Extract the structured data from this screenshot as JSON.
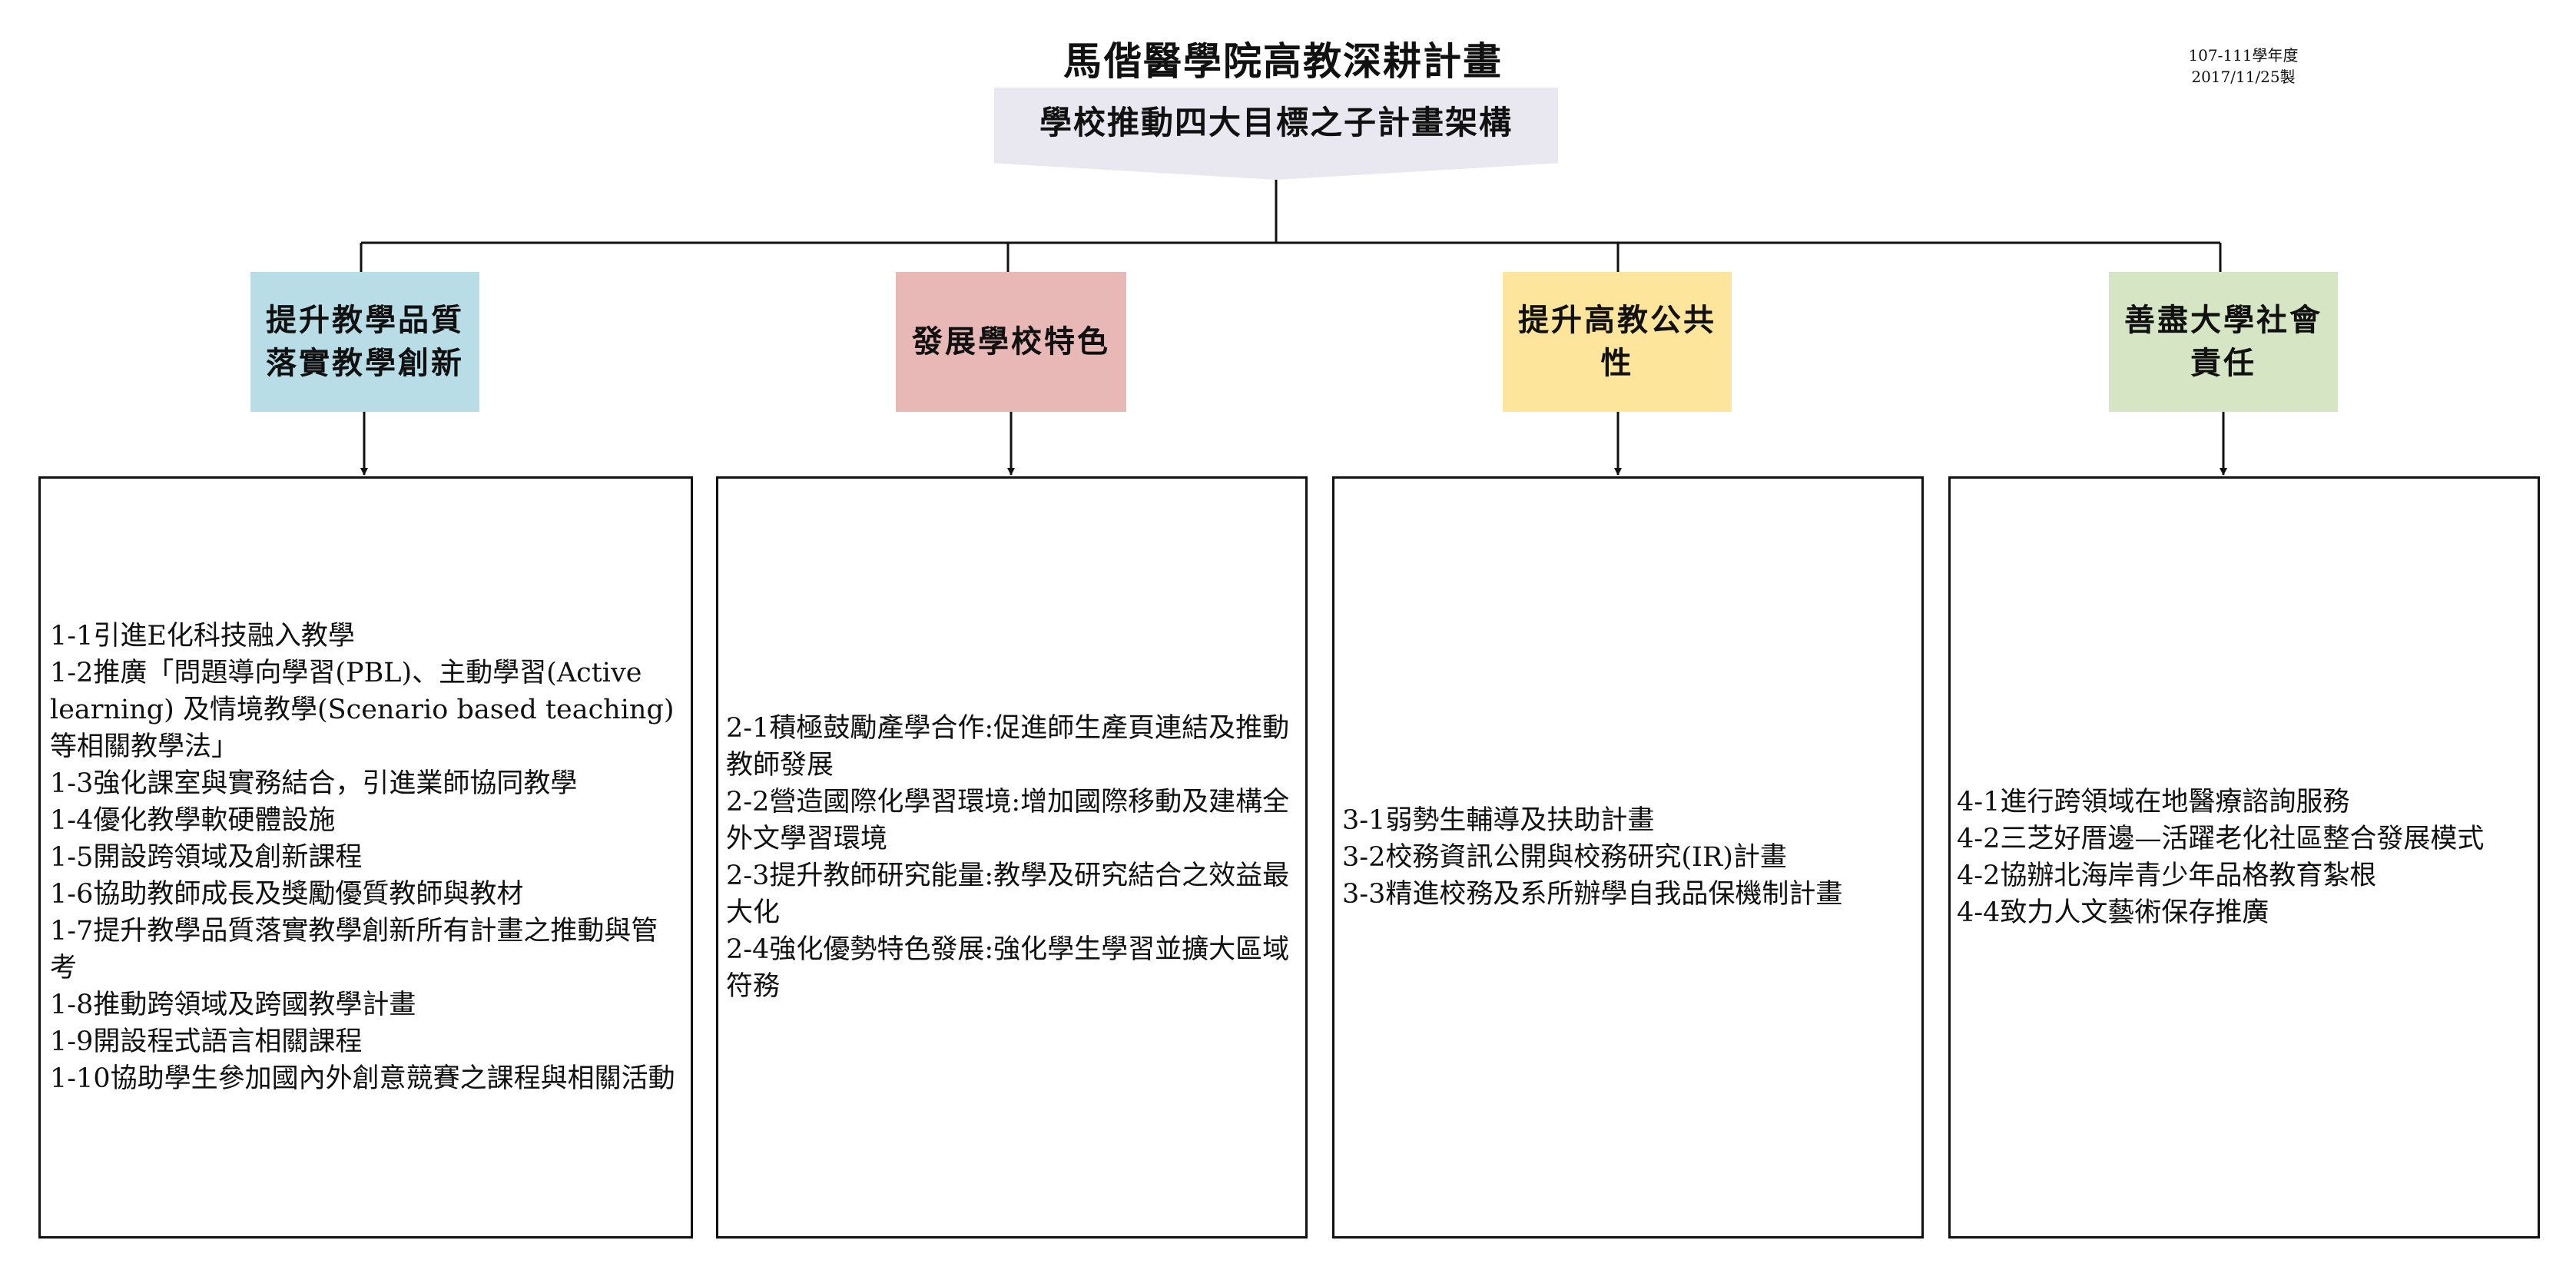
{
  "header": {
    "title": "馬偕醫學院高教深耕計畫",
    "subtitle": "學校推動四大目標之子計畫架構",
    "meta_line1": "107-111學年度",
    "meta_line2": "2017/11/25製"
  },
  "goals": [
    {
      "label_line1": "提升教學品質",
      "label_line2": "落實教學創新",
      "color": "#b8dde6",
      "items": [
        "1-1引進E化科技融入教學",
        "1-2推廣「問題導向學習(PBL)、主動學習(Active learning) 及情境教學(Scenario based teaching)等相關教學法」",
        "1-3強化課室與實務結合，引進業師協同教學",
        "1-4優化教學軟硬體設施",
        "1-5開設跨領域及創新課程",
        "1-6協助教師成長及獎勵優質教師與教材",
        "1-7提升教學品質落實教學創新所有計畫之推動與管考",
        "1-8推動跨領域及跨國教學計畫",
        "1-9開設程式語言相關課程",
        "1-10協助學生參加國內外創意競賽之課程與相關活動"
      ]
    },
    {
      "label_line1": "發展學校特色",
      "label_line2": "",
      "color": "#e8b8b6",
      "items": [
        "2-1積極鼓勵產學合作:促進師生產頁連結及推動教師發展",
        "2-2營造國際化學習環境:增加國際移動及建構全外文學習環境",
        "2-3提升教師研究能量:教學及研究結合之效益最大化",
        "2-4強化優勢特色發展:強化學生學習並擴大區域符務"
      ]
    },
    {
      "label_line1": "提升高教公共",
      "label_line2": "性",
      "color": "#fde69c",
      "items": [
        "3-1弱勢生輔導及扶助計畫",
        "3-2校務資訊公開與校務研究(IR)計畫",
        "3-3精進校務及系所辦學自我品保機制計畫"
      ]
    },
    {
      "label_line1": "善盡大學社會",
      "label_line2": "責任",
      "color": "#d6e5c4",
      "items": [
        "4-1進行跨領域在地醫療諮詢服務",
        "4-2三芝好厝邊—活躍老化社區整合發展模式",
        "4-2協辦北海岸青少年品格教育紮根",
        "4-4致力人文藝術保存推廣"
      ]
    }
  ]
}
